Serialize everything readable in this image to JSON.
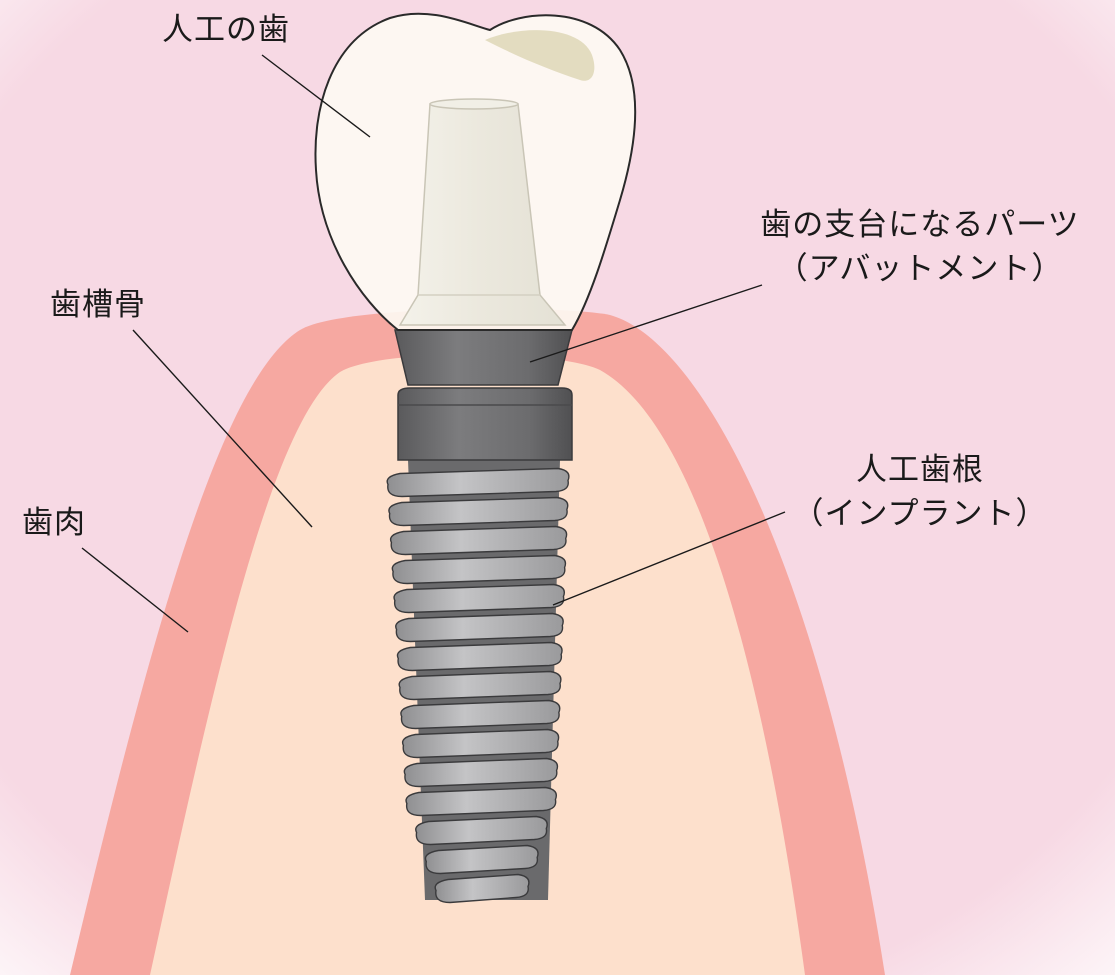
{
  "labels": {
    "artificial_tooth": "人工の歯",
    "abutment_line1": "歯の支台になるパーツ",
    "abutment_line2": "（アバットメント）",
    "alveolar_bone": "歯槽骨",
    "gum": "歯肉",
    "implant_line1": "人工歯根",
    "implant_line2": "（インプラント）"
  },
  "colors": {
    "background": "#f7d9e4",
    "gum": "#f6a8a1",
    "bone": "#fde0cc",
    "crown_fill": "#fdf9f3",
    "abutment_core": "#ebe9df",
    "metal_dark": "#6f6f70",
    "metal_light": "#b5b5b7",
    "thread_dark": "#5c5c5e",
    "stain": "#e3dcc0",
    "leader_line": "#1a1a1a"
  }
}
